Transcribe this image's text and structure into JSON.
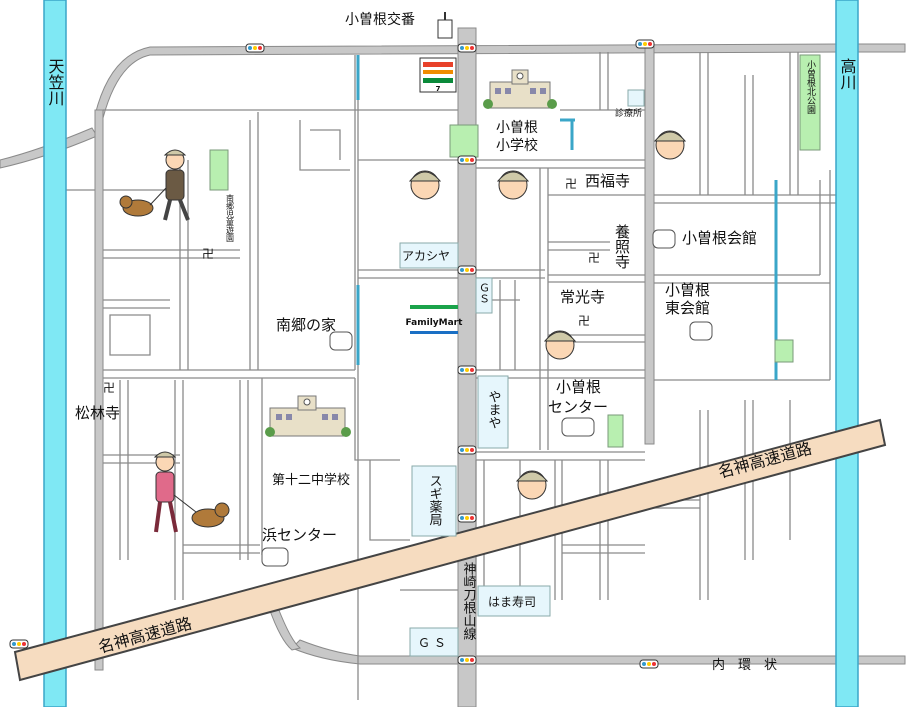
{
  "colors": {
    "road": "#c8c8c8",
    "street": "#8a8a8a",
    "river": "#7fe8f4",
    "river_edge": "#3aa6c8",
    "expressway": "#f6dcc0",
    "expressway_edge": "#444444",
    "park": "#b8efb0",
    "shop_box": "#e6f6fc",
    "school": "#e8e0c8"
  },
  "rivers": {
    "tenkasa": "天笠川",
    "takagawa": "高川"
  },
  "roads": {
    "expressway_left": "名神高速道路",
    "expressway_right": "名神高速道路",
    "kanzaki_line": "神崎刀根山線",
    "inner_ring": "内　環　状"
  },
  "places": {
    "koban": "小曽根交番",
    "seven_eleven": "7-ELEVEN",
    "school_elem": "小曽根\n小学校",
    "clinic": "診療所",
    "park_north": "小曽根北公園",
    "saifukuji": "西福寺",
    "yoshoji": "養照寺",
    "kaikan": "小曽根会館",
    "higashi_kaikan": "小曽根\n東会館",
    "josoji": "常光寺",
    "akashiya": "アカシヤ",
    "gs_top": "ＧＳ",
    "familymart": "FamilyMart",
    "nango_no_ie": "南郷の家",
    "nango_park": "南郷児童遊園",
    "shorinji": "松林寺",
    "yamaya": "やまや",
    "center": "小曽根\nセンター",
    "junior_high": "第十二中学校",
    "sugi": "スギ薬局",
    "hama_center": "浜センター",
    "hama_sushi": "はま寿司",
    "gs_bottom": "Ｇ Ｓ"
  },
  "icons": {
    "temple": "卍",
    "signal": "traffic-signal-icon",
    "person": "patrol-volunteer-icon",
    "dog": "dog-icon"
  }
}
